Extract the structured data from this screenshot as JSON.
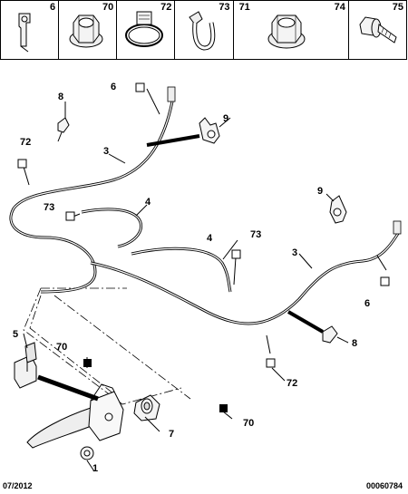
{
  "legend": {
    "items": [
      {
        "number": "6",
        "icon": "cable-clip-icon"
      },
      {
        "number": "70",
        "icon": "flange-nut-icon"
      },
      {
        "number": "72",
        "icon": "hose-clamp-icon"
      },
      {
        "number": "73",
        "icon": "cable-tie-icon"
      },
      {
        "number": "71",
        "icon": "nut-icon"
      },
      {
        "number": "74",
        "icon": "nut-icon"
      },
      {
        "number": "75",
        "icon": "flange-bolt-icon"
      }
    ]
  },
  "callouts": {
    "c6_top": "6",
    "c8_left": "8",
    "c9_top": "9",
    "c72_left": "72",
    "c3_left": "3",
    "c4_mid": "4",
    "c73_mid": "73",
    "c4_right": "4",
    "c73_right": "73",
    "c9_right": "9",
    "c3_right": "3",
    "c6_right": "6",
    "c8_right": "8",
    "c72_bottom": "72",
    "c5": "5",
    "c70_left": "70",
    "c7": "7",
    "c70_right": "70",
    "c1": "1"
  },
  "footer": {
    "date": "07/2012",
    "reference": "00060784"
  }
}
